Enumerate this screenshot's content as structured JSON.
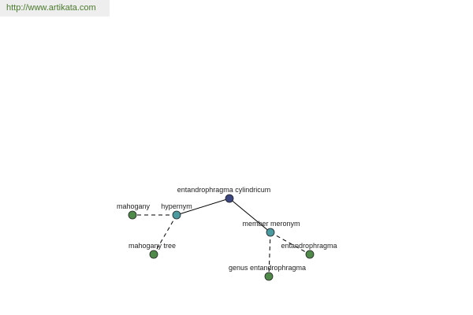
{
  "header": {
    "url": "http://www.artikata.com"
  },
  "colors": {
    "url_text": "#4a7a2c",
    "url_bar_bg": "#eeeeee",
    "root_node": "#3c4680",
    "relation_node": "#4a9aa0",
    "term_node": "#4f8a4a",
    "edge": "#000000"
  },
  "graph": {
    "nodes": [
      {
        "id": "root",
        "label": "entandrophragma cylindricum",
        "kind": "root"
      },
      {
        "id": "hypernym",
        "label": "hypernym",
        "kind": "relation"
      },
      {
        "id": "member_meronym",
        "label": "member meronym",
        "kind": "relation"
      },
      {
        "id": "mahogany",
        "label": "mahogany",
        "kind": "term"
      },
      {
        "id": "mahogany_tree",
        "label": "mahogany tree",
        "kind": "term"
      },
      {
        "id": "entandrophragma",
        "label": "entandrophragma",
        "kind": "term"
      },
      {
        "id": "genus_entandrophragma",
        "label": "genus entandrophragma",
        "kind": "term"
      }
    ],
    "edges": [
      {
        "from": "root",
        "to": "hypernym",
        "style": "solid"
      },
      {
        "from": "root",
        "to": "member_meronym",
        "style": "solid"
      },
      {
        "from": "hypernym",
        "to": "mahogany",
        "style": "dashed"
      },
      {
        "from": "hypernym",
        "to": "mahogany_tree",
        "style": "dashed"
      },
      {
        "from": "member_meronym",
        "to": "entandrophragma",
        "style": "dashed"
      },
      {
        "from": "member_meronym",
        "to": "genus_entandrophragma",
        "style": "dashed"
      }
    ]
  }
}
